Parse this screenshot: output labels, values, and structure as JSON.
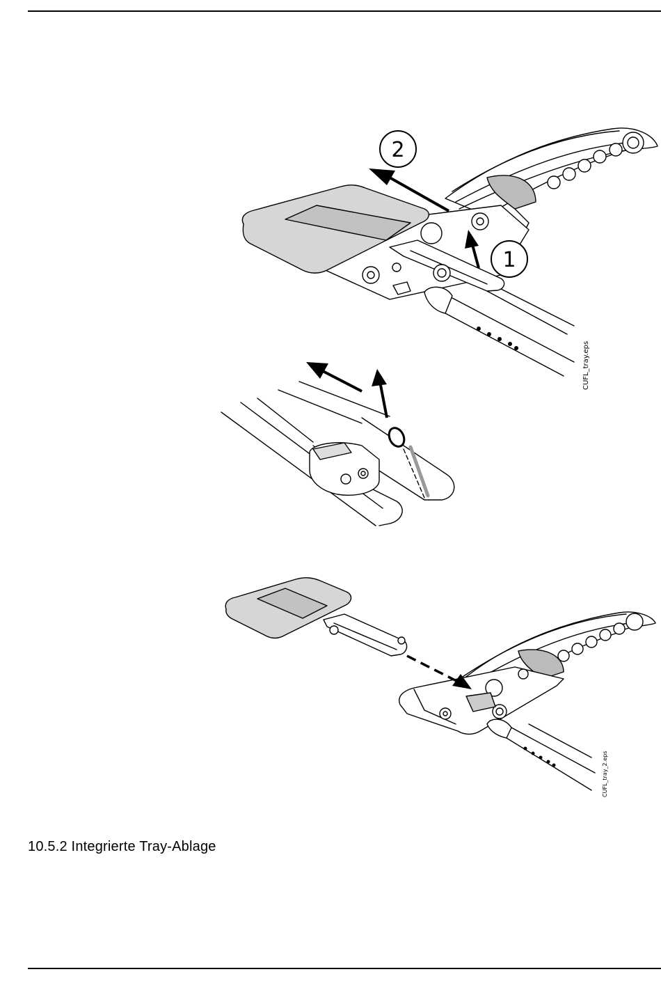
{
  "section": {
    "heading": "10.5.2 Integrierte Tray-Ablage"
  },
  "figures": {
    "top": {
      "file_label": "CUFL_tray.eps",
      "step_1": "1",
      "step_2": "2"
    },
    "bottom": {
      "file_label": "CUFL_tray_2.eps"
    }
  }
}
